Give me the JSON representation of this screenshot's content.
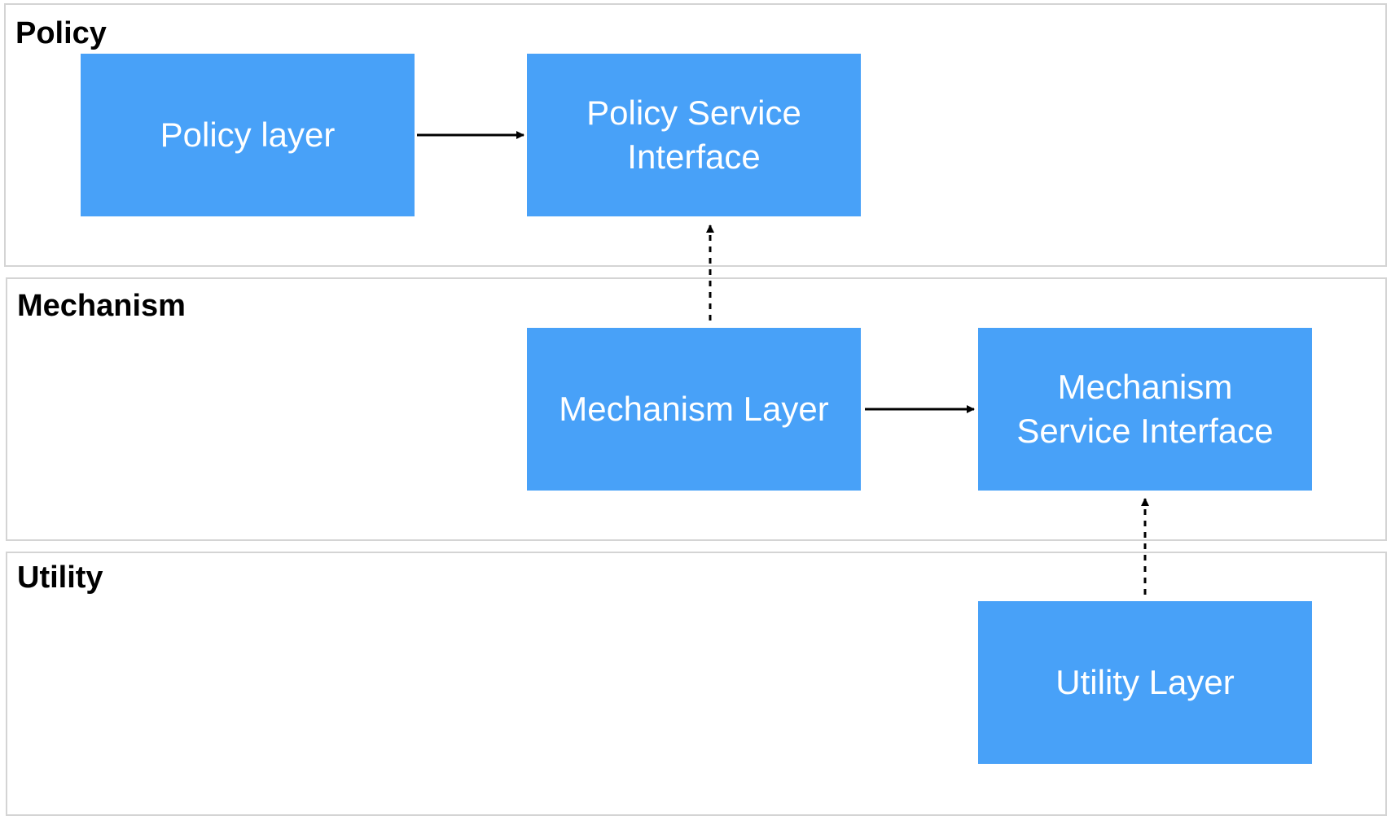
{
  "bands": {
    "policy": {
      "label": "Policy"
    },
    "mechanism": {
      "label": "Mechanism"
    },
    "utility": {
      "label": "Utility"
    }
  },
  "nodes": {
    "policy_layer": {
      "label": "Policy layer"
    },
    "policy_service_interface": {
      "label": "Policy Service Interface"
    },
    "mechanism_layer": {
      "label": "Mechanism Layer"
    },
    "mechanism_service_interface": {
      "label": "Mechanism Service Interface"
    },
    "utility_layer": {
      "label": "Utility Layer"
    }
  },
  "edges": [
    {
      "from": "Policy layer",
      "to": "Policy Service Interface",
      "style": "solid"
    },
    {
      "from": "Mechanism Layer",
      "to": "Policy Service Interface",
      "style": "dashed"
    },
    {
      "from": "Mechanism Layer",
      "to": "Mechanism Service Interface",
      "style": "solid"
    },
    {
      "from": "Utility Layer",
      "to": "Mechanism Service Interface",
      "style": "dashed"
    }
  ],
  "colors": {
    "box_fill": "#48a1f8",
    "box_text": "#ffffff",
    "band_border": "#d4d4d4",
    "arrow": "#000000"
  }
}
